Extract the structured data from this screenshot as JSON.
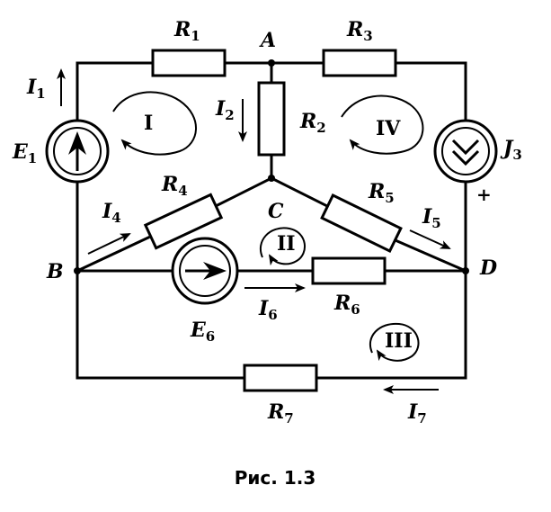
{
  "nodes": {
    "A": "A",
    "B": "B",
    "C": "C",
    "D": "D"
  },
  "resistors": {
    "R1": {
      "base": "R",
      "sub": "1"
    },
    "R2": {
      "base": "R",
      "sub": "2"
    },
    "R3": {
      "base": "R",
      "sub": "3"
    },
    "R4": {
      "base": "R",
      "sub": "4"
    },
    "R5": {
      "base": "R",
      "sub": "5"
    },
    "R6": {
      "base": "R",
      "sub": "6"
    },
    "R7": {
      "base": "R",
      "sub": "7"
    }
  },
  "sources": {
    "E1": {
      "base": "E",
      "sub": "1"
    },
    "E6": {
      "base": "E",
      "sub": "6"
    },
    "J3": {
      "base": "J",
      "sub": "3"
    }
  },
  "currents": {
    "I1": {
      "base": "I",
      "sub": "1"
    },
    "I2": {
      "base": "I",
      "sub": "2"
    },
    "I4": {
      "base": "I",
      "sub": "4"
    },
    "I5": {
      "base": "I",
      "sub": "5"
    },
    "I6": {
      "base": "I",
      "sub": "6"
    },
    "I7": {
      "base": "I",
      "sub": "7"
    }
  },
  "loops": {
    "I": "I",
    "II": "II",
    "III": "III",
    "IV": "IV"
  },
  "plus_sign": "+",
  "caption": "Рис. 1.3"
}
